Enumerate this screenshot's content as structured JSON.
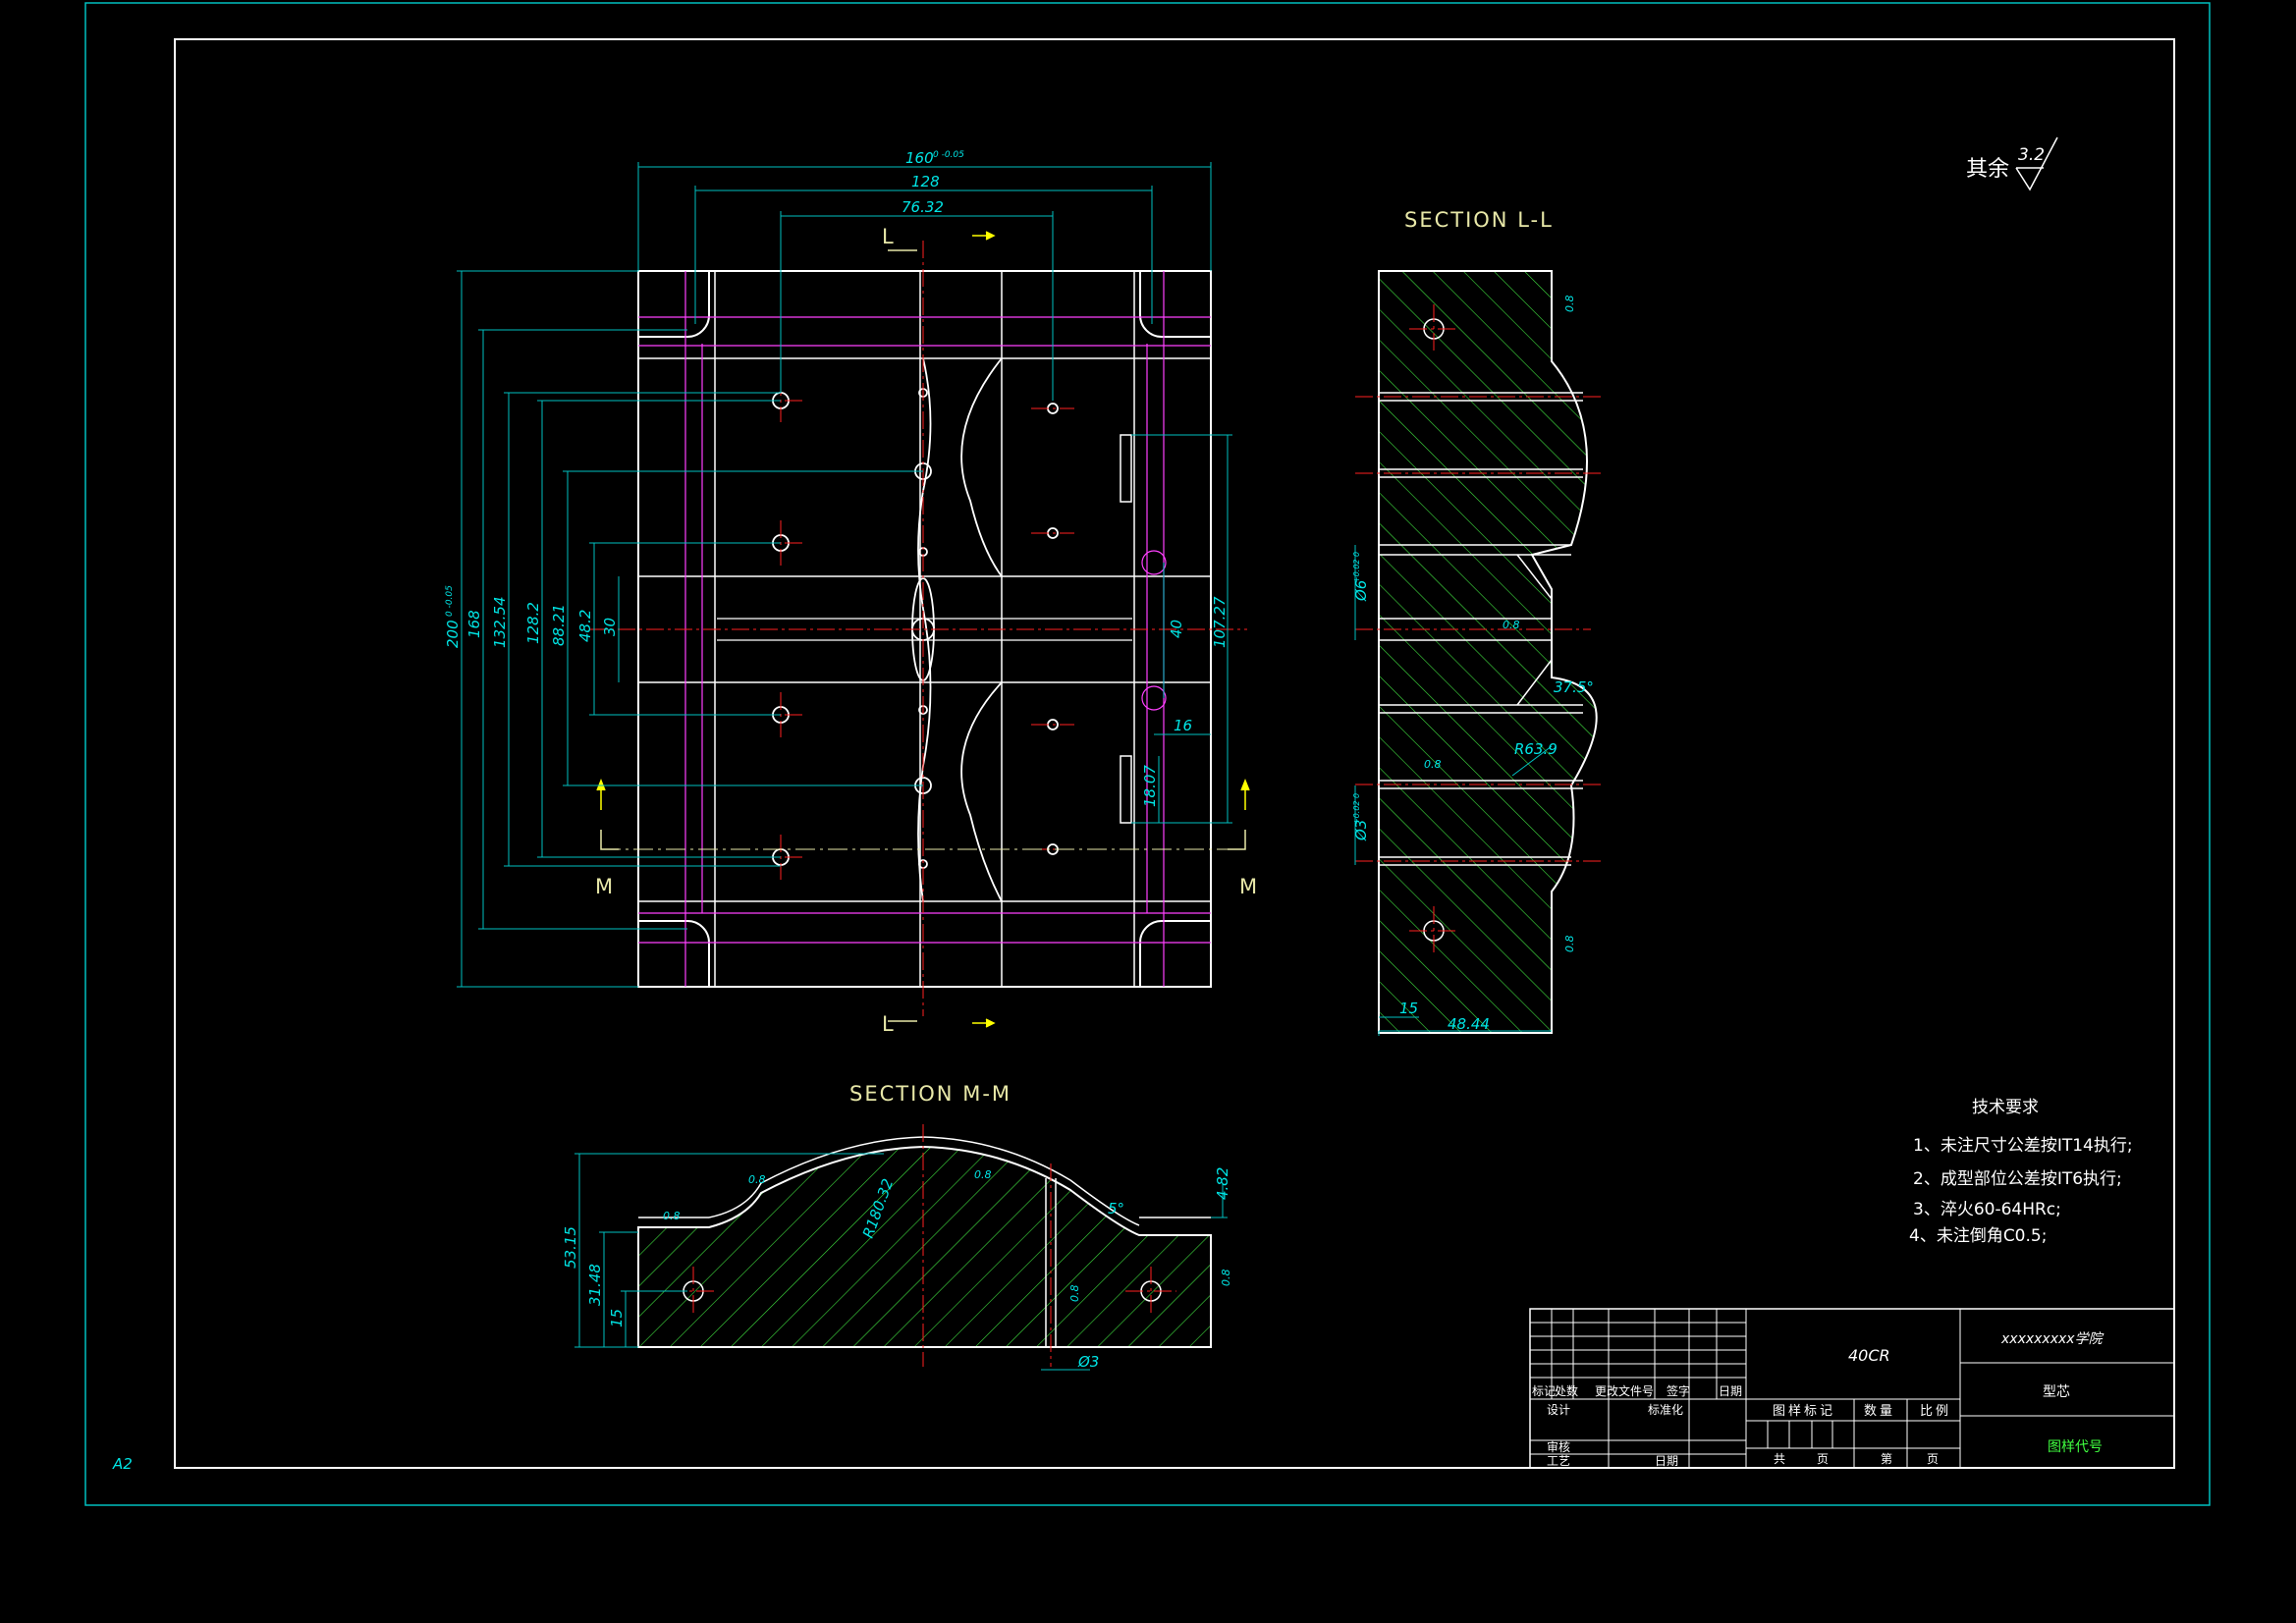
{
  "sheet": {
    "size_label": "A2"
  },
  "surface_finish": {
    "prefix": "其余",
    "value": "3.2"
  },
  "views": {
    "plan": {
      "dims_top": [
        "160",
        "128",
        "76.32"
      ],
      "dim_top_tol": "0 -0.05",
      "dims_left": [
        "200",
        "168",
        "132.54",
        "128.2",
        "88.21",
        "48.2",
        "30"
      ],
      "dim_left_tol": "0 -0.05",
      "dims_right": [
        "40",
        "107.27",
        "16",
        "18.07"
      ],
      "cut_L": "L",
      "cut_M": "M"
    },
    "section_l": {
      "title": "SECTION L-L",
      "dims": [
        "15",
        "48.44",
        "R63.9",
        "37.5°",
        "Ø6",
        "Ø3",
        "0.8",
        "0.8",
        "0.8",
        "0.8"
      ],
      "tol_a": "+0.02 0",
      "tol_b": "+0.02 0"
    },
    "section_m": {
      "title": "SECTION M-M",
      "dims": [
        "53.15",
        "31.48",
        "15",
        "4.82",
        "R180.32",
        "5°",
        "Ø3",
        "0.8",
        "0.8",
        "0.8",
        "0.8",
        "0.8"
      ]
    }
  },
  "tech_requirements": {
    "title": "技术要求",
    "items": [
      "1、未注尺寸公差按IT14执行;",
      "2、成型部位公差按IT6执行;",
      "3、淬火60-64HRc;",
      "4、未注倒角C0.5;"
    ]
  },
  "title_block": {
    "material": "40CR",
    "school": "xxxxxxxxx学院",
    "part_name": "型芯",
    "drawing_no": "图样代号",
    "revision_headers": [
      "标记",
      "处数",
      "更改文件号",
      "签字",
      "日期"
    ],
    "roles": [
      "设计",
      "标准化",
      "审核",
      "工艺",
      "日期"
    ],
    "stage_headers": [
      "图样标记",
      "数量",
      "比例"
    ],
    "sheet_labels": [
      "共",
      "页",
      "第",
      "页"
    ]
  },
  "colors": {
    "background": "#000000",
    "frame_outer": "#00c0c0",
    "frame_inner": "#ffffff",
    "outline": "#ffffff",
    "dimension": "#00e5e5",
    "hidden": "#ff40ff",
    "centerline": "#ff2020",
    "hatch": "#40e040",
    "section_label": "#e8e8a8",
    "cut_arrow": "#ffff00"
  }
}
